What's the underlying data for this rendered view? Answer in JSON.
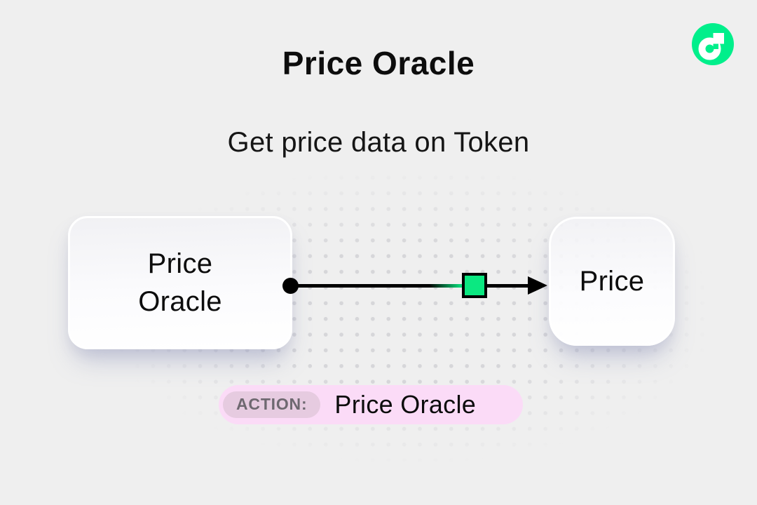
{
  "header": {
    "title": "Price Oracle",
    "subtitle": "Get price data on Token"
  },
  "logo": {
    "name": "Flow",
    "brand_color": "#00EF8B"
  },
  "diagram": {
    "nodes": [
      {
        "id": "source",
        "label": "Price Oracle"
      },
      {
        "id": "target",
        "label": "Price"
      }
    ],
    "connector": {
      "from": "source",
      "to": "target",
      "line_color": "#000000",
      "marker_color": "#0BE881",
      "marker_shape": "square"
    }
  },
  "action_badge": {
    "label": "ACTION:",
    "value": "Price Oracle"
  },
  "colors": {
    "background": "#EFEFEF",
    "dots": "#D6D6D9",
    "badge_bg": "#FBDBF7",
    "badge_label_bg": "#E6CBE0",
    "badge_label_text": "#6E6870",
    "accent_green": "#0BE881",
    "text": "#0D0D0D"
  }
}
